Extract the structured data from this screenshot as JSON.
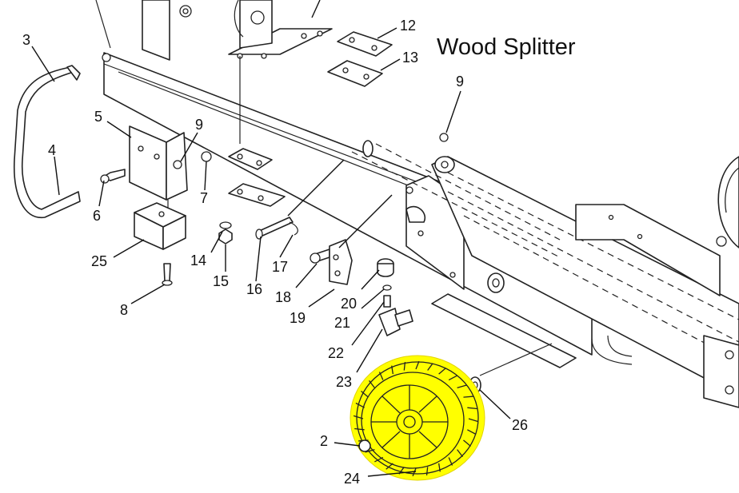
{
  "title": "Wood Splitter",
  "highlight_color": "#ffff00",
  "callouts": [
    {
      "id": "c3",
      "label": "3"
    },
    {
      "id": "c4",
      "label": "4"
    },
    {
      "id": "c5",
      "label": "5"
    },
    {
      "id": "c6",
      "label": "6"
    },
    {
      "id": "c9a",
      "label": "9"
    },
    {
      "id": "c7",
      "label": "7"
    },
    {
      "id": "c12",
      "label": "12"
    },
    {
      "id": "c13",
      "label": "13"
    },
    {
      "id": "c9b",
      "label": "9"
    },
    {
      "id": "c25",
      "label": "25"
    },
    {
      "id": "c14",
      "label": "14"
    },
    {
      "id": "c15",
      "label": "15"
    },
    {
      "id": "c16",
      "label": "16"
    },
    {
      "id": "c17",
      "label": "17"
    },
    {
      "id": "c8",
      "label": "8"
    },
    {
      "id": "c18",
      "label": "18"
    },
    {
      "id": "c19",
      "label": "19"
    },
    {
      "id": "c20",
      "label": "20"
    },
    {
      "id": "c21",
      "label": "21"
    },
    {
      "id": "c22",
      "label": "22"
    },
    {
      "id": "c23",
      "label": "23"
    },
    {
      "id": "c26",
      "label": "26"
    },
    {
      "id": "c2",
      "label": "2"
    },
    {
      "id": "c24",
      "label": "24"
    }
  ]
}
